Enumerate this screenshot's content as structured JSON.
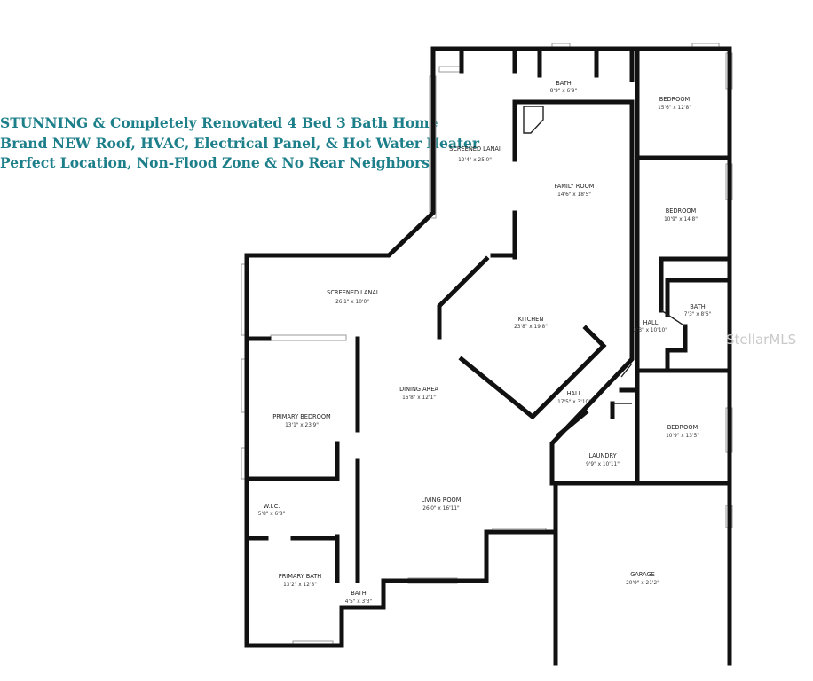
{
  "headline": {
    "line1": "STUNNING & Completely Renovated 4 Bed 3 Bath Home",
    "line2": "Brand NEW Roof, HVAC, Electrical Panel, & Hot Water Heater",
    "line3": "Perfect Location, Non-Flood Zone & No Rear Neighbors!"
  },
  "colors": {
    "headline": "#1d7f8a",
    "walls": "#111111",
    "watermark": "#c9c9c9"
  },
  "rooms": {
    "bath_top": {
      "name": "BATH",
      "dims": "8'9\" x 6'9\""
    },
    "bedroom_1": {
      "name": "BEDROOM",
      "dims": "15'6\" x 12'8\""
    },
    "screened_lanai_1": {
      "name": "SCREENED LANAI",
      "dims": "12'4\" x 25'0\""
    },
    "family_room": {
      "name": "FAMILY ROOM",
      "dims": "14'6\" x 18'5\""
    },
    "bedroom_2": {
      "name": "BEDROOM",
      "dims": "10'9\" x 14'8\""
    },
    "screened_lanai_2": {
      "name": "SCREENED LANAI",
      "dims": "26'1\" x 10'0\""
    },
    "bath_mid": {
      "name": "BATH",
      "dims": "7'3\" x 8'6\""
    },
    "kitchen": {
      "name": "KITCHEN",
      "dims": "23'8\" x 19'8\""
    },
    "hall_1": {
      "name": "HALL",
      "dims": "3'3\" x 10'10\""
    },
    "dining_area": {
      "name": "DINING AREA",
      "dims": "16'8\" x 12'1\""
    },
    "hall_2": {
      "name": "HALL",
      "dims": "17'5\" x 3'10\""
    },
    "primary_bedroom": {
      "name": "PRIMARY BEDROOM",
      "dims": "13'1\" x 23'9\""
    },
    "bedroom_3": {
      "name": "BEDROOM",
      "dims": "10'9\" x 13'5\""
    },
    "laundry": {
      "name": "LAUNDRY",
      "dims": "9'9\" x 10'11\""
    },
    "wic": {
      "name": "W.I.C.",
      "dims": "5'8\" x 6'8\""
    },
    "living_room": {
      "name": "LIVING ROOM",
      "dims": "26'0\" x 16'11\""
    },
    "garage": {
      "name": "GARAGE",
      "dims": "20'9\" x 21'2\""
    },
    "primary_bath": {
      "name": "PRIMARY BATH",
      "dims": "13'2\" x 12'8\""
    },
    "bath_small": {
      "name": "BATH",
      "dims": "4'5\" x 3'3\""
    }
  },
  "watermark": "StellarMLS"
}
